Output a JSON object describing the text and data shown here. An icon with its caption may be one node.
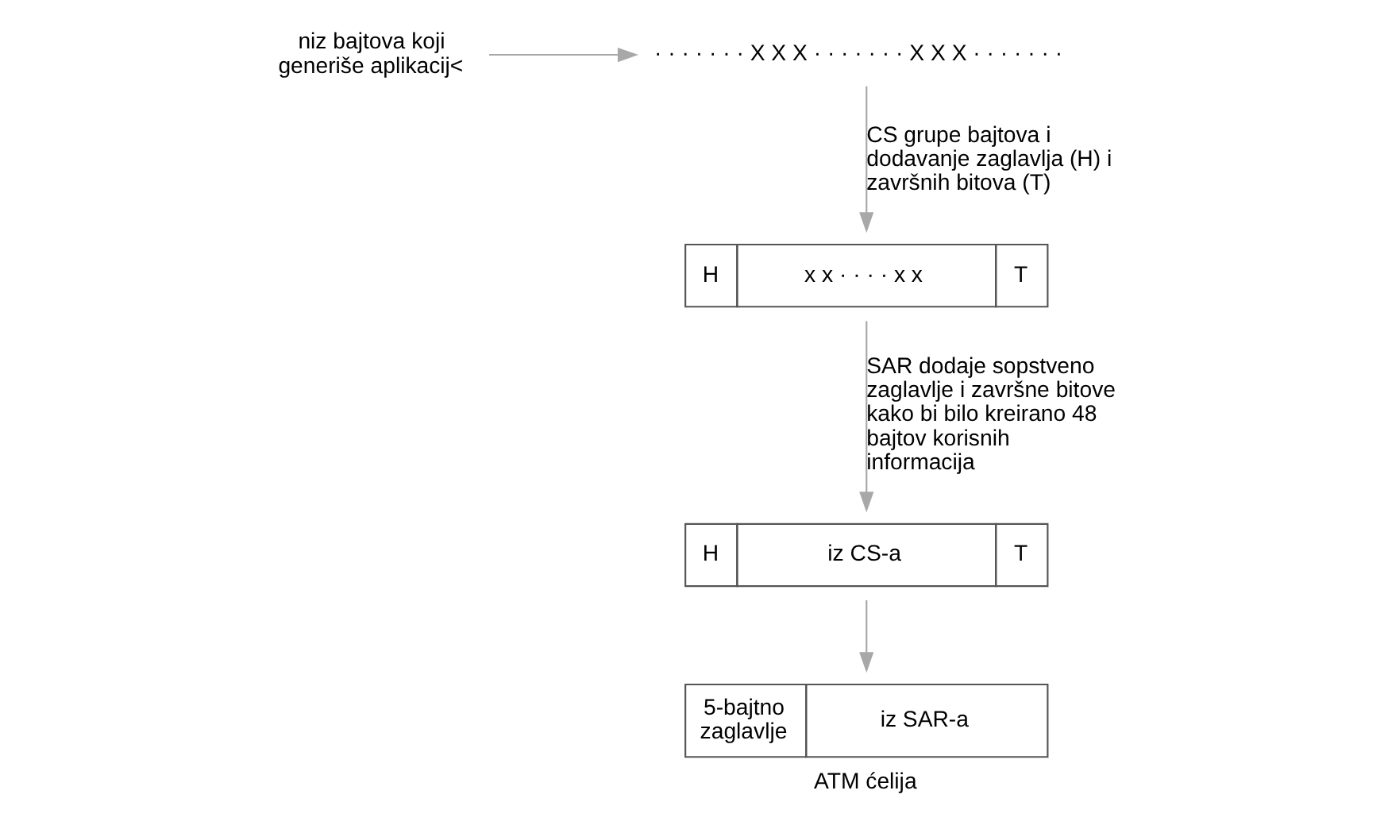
{
  "diagram": {
    "nodes": [
      {
        "text": [
          "niz bajtova koji generiše aplikacij<"
        ]
      },
      {
        "text": [
          "· · · · · · · X X X · · · · · · · X X X · · · · · · ·"
        ]
      },
      {
        "text": [
          "H",
          "x x · · · · x x",
          "T"
        ]
      },
      {
        "text": [
          "H",
          "iz CS-a",
          "T"
        ]
      },
      {
        "text": [
          "5-bajtno zaglavlje",
          "iz SAR-a"
        ],
        "beside": [
          "ATM ćelija"
        ]
      }
    ],
    "edges": [
      {
        "from": 0,
        "to": 1,
        "arrow": "to"
      },
      {
        "from": 1,
        "to": 2,
        "arrow": "to",
        "label": "CS grupe bajtova i dodavanje zaglavlja (H) i završnih bitova (T)"
      },
      {
        "from": 2,
        "to": 3,
        "arrow": "to",
        "label": "SAR dodaje sopstveno zaglavlje i završne bitove kako bi bilo kreirano 48 bajtov korisnih informacija"
      },
      {
        "from": 3,
        "to": 4,
        "arrow": "to"
      }
    ]
  }
}
